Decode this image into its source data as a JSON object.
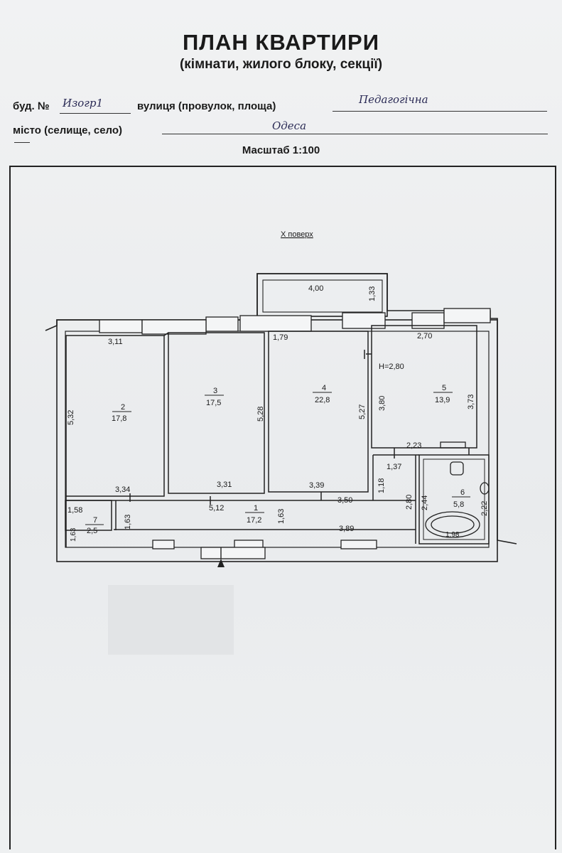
{
  "header": {
    "title": "ПЛАН КВАРТИРИ",
    "subtitle": "(кімнати, жилого блоку, секції)",
    "building_label": "буд. №",
    "building_value": "Изогр1",
    "street_label": "вулиця (провулок, площа)",
    "street_value": "Педагогічна",
    "city_label": "місто (селище, село)",
    "city_value": "Одеса",
    "scale": "Масштаб 1:100"
  },
  "plan": {
    "floor_label": "Х поверх",
    "height_label": "Н=2,80",
    "rooms": [
      {
        "number": "1",
        "area": "17,2"
      },
      {
        "number": "2",
        "area": "17,8"
      },
      {
        "number": "3",
        "area": "17,5"
      },
      {
        "number": "4",
        "area": "22,8"
      },
      {
        "number": "5",
        "area": "13,9"
      },
      {
        "number": "6",
        "area": "5,8"
      },
      {
        "number": "7",
        "area": "2,5"
      }
    ],
    "dimensions": {
      "balcony_width": "4,00",
      "balcony_depth": "1,33",
      "room2_width": "3,11",
      "room2_height": "5,32",
      "room2_bottom": "3,34",
      "room3_height": "5,28",
      "room3_bottom": "3,31",
      "room4_top": "1,79",
      "room4_height": "5,27",
      "room4_bottom": "3,39",
      "room5_width": "2,70",
      "room5_left": "3,80",
      "room5_right": "3,73",
      "room5_bottom": "2,23",
      "corridor_a": "1,37",
      "corridor_b": "1,18",
      "corridor_c": "3,50",
      "corridor_d": "2,80",
      "hall_width": "5,12",
      "hall_height": "1,63",
      "hall_height_left": "1,63",
      "hall_right": "3,89",
      "bath_left": "2,44",
      "bath_right": "2,22",
      "bath_bottom": "1,98",
      "closet_width": "1,58",
      "closet_height": "1,63"
    }
  }
}
